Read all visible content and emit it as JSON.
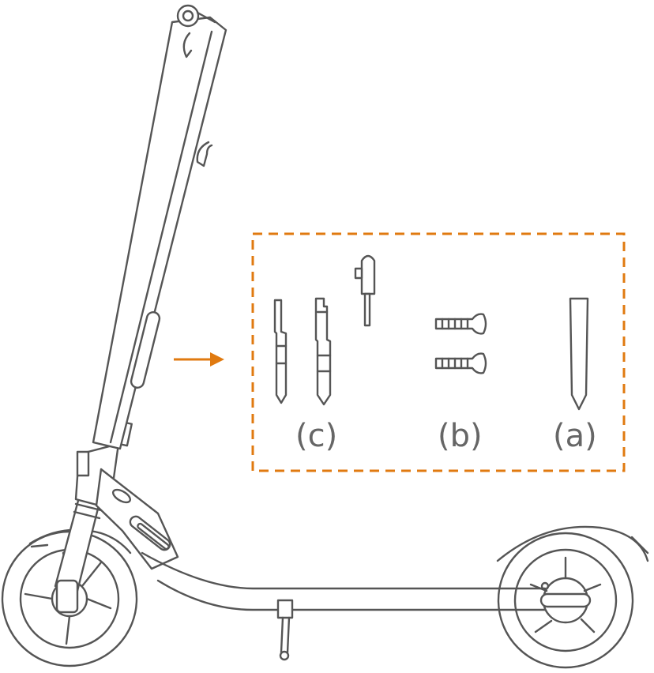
{
  "diagram": {
    "line_color": "#555555",
    "accent_color": "#e07a10",
    "label_color": "#666666",
    "parts_box": {
      "border_style": "dashed",
      "labels": {
        "c": "(c)",
        "b": "(b)",
        "a": "(a)"
      }
    },
    "icons": [
      "scooter-icon",
      "arrow-icon",
      "stem-parts-icon",
      "screws-icon",
      "rod-icon"
    ]
  }
}
